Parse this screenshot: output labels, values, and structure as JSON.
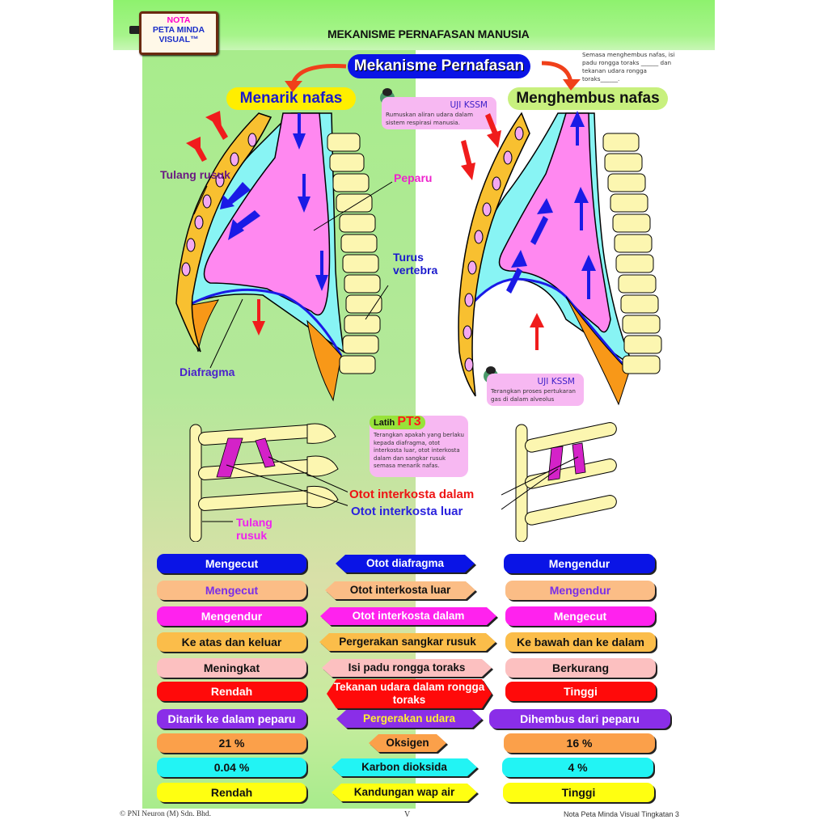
{
  "header": {
    "logo_lines": [
      "NOTA",
      "PETA MINDA",
      "VISUAL™"
    ],
    "title": "MEKANISME PERNAFASAN MANUSIA"
  },
  "mechanism": {
    "title": "Mekanisme Pernafasan",
    "inhale_title": "Menarik nafas",
    "exhale_title": "Menghembus nafas"
  },
  "question": "Semasa menghembus nafas, isi padu rongga toraks ______ dan tekanan udara rongga toraks______.",
  "callouts": [
    {
      "title": "UJI KSSM",
      "text": "Rumuskan aliran udara dalam sistem respirasi manusia."
    },
    {
      "title": "UJI KSSM",
      "text": "Terangkan proses pertukaran gas di dalam alveolus"
    }
  ],
  "latih": {
    "prefix": "Latih",
    "tag": "PT3",
    "text": "Terangkan apakah yang berlaku kepada diafragma, otot interkosta luar, otot interkosta dalam dan sangkar rusuk semasa menarik nafas."
  },
  "diagram_labels": {
    "tulang_rusuk": "Tulang rusuk",
    "peparu": "Peparu",
    "turus_vertebra": "Turus vertebra",
    "diafragma": "Diafragma",
    "otot_dalam": "Otot interkosta dalam",
    "otot_luar": "Otot interkosta luar",
    "tulang_rusuk_2": "Tulang rusuk"
  },
  "comparison": {
    "rows": [
      {
        "inhale": "Mengecut",
        "aspect": "Otot diafragma",
        "exhale": "Mengendur",
        "color": "#0a14e6",
        "text_color": "#ffffff",
        "aspect_text_color": "#ffffff"
      },
      {
        "inhale": "Mengecut",
        "aspect": "Otot interkosta luar",
        "exhale": "Mengendur",
        "color": "#fbbd86",
        "text_color": "#7a2ee8",
        "aspect_text_color": "#111111"
      },
      {
        "inhale": "Mengendur",
        "aspect": "Otot interkosta dalam",
        "exhale": "Mengecut",
        "color": "#ff22ee",
        "text_color": "#ffffff",
        "aspect_text_color": "#ffffff"
      },
      {
        "inhale": "Ke atas dan keluar",
        "aspect": "Pergerakan sangkar rusuk",
        "exhale": "Ke bawah dan ke dalam",
        "color": "#fbbd4a",
        "text_color": "#111111",
        "aspect_text_color": "#111111"
      },
      {
        "inhale": "Meningkat",
        "aspect": "Isi padu rongga toraks",
        "exhale": "Berkurang",
        "color": "#fcc0c0",
        "text_color": "#111111",
        "aspect_text_color": "#111111"
      },
      {
        "inhale": "Rendah",
        "aspect": "Tekanan udara dalam rongga toraks",
        "exhale": "Tinggi",
        "color": "#ff0a0a",
        "text_color": "#ffffff",
        "aspect_text_color": "#ffffff"
      },
      {
        "inhale": "Ditarik ke dalam peparu",
        "aspect": "Pergerakan udara",
        "exhale": "Dihembus dari peparu",
        "color": "#8a2ee8",
        "text_color": "#ffffff",
        "aspect_text_color": "#ffee33"
      },
      {
        "inhale": "21 %",
        "aspect": "Oksigen",
        "exhale": "16 %",
        "color": "#fba04a",
        "text_color": "#111111",
        "aspect_text_color": "#111111"
      },
      {
        "inhale": "0.04 %",
        "aspect": "Karbon dioksida",
        "exhale": "4 %",
        "color": "#22f4f4",
        "text_color": "#111111",
        "aspect_text_color": "#111111"
      },
      {
        "inhale": "Rendah",
        "aspect": "Kandungan wap air",
        "exhale": "Tinggi",
        "color": "#ffff11",
        "text_color": "#111111",
        "aspect_text_color": "#111111"
      }
    ]
  },
  "footer": {
    "left": "© PNI Neuron (M) Sdn. Bhd.",
    "page": "V",
    "right": "Nota Peta Minda Visual Tingkatan 3"
  },
  "colors": {
    "lung": "#ff88f0",
    "pleura": "#88f4f4",
    "rib": "#f8c030",
    "diaphragm_muscle": "#f89818",
    "vertebra": "#fcf6b0",
    "air_arrow": "#1a1ae6",
    "movement_arrow": "#f01c1c"
  }
}
